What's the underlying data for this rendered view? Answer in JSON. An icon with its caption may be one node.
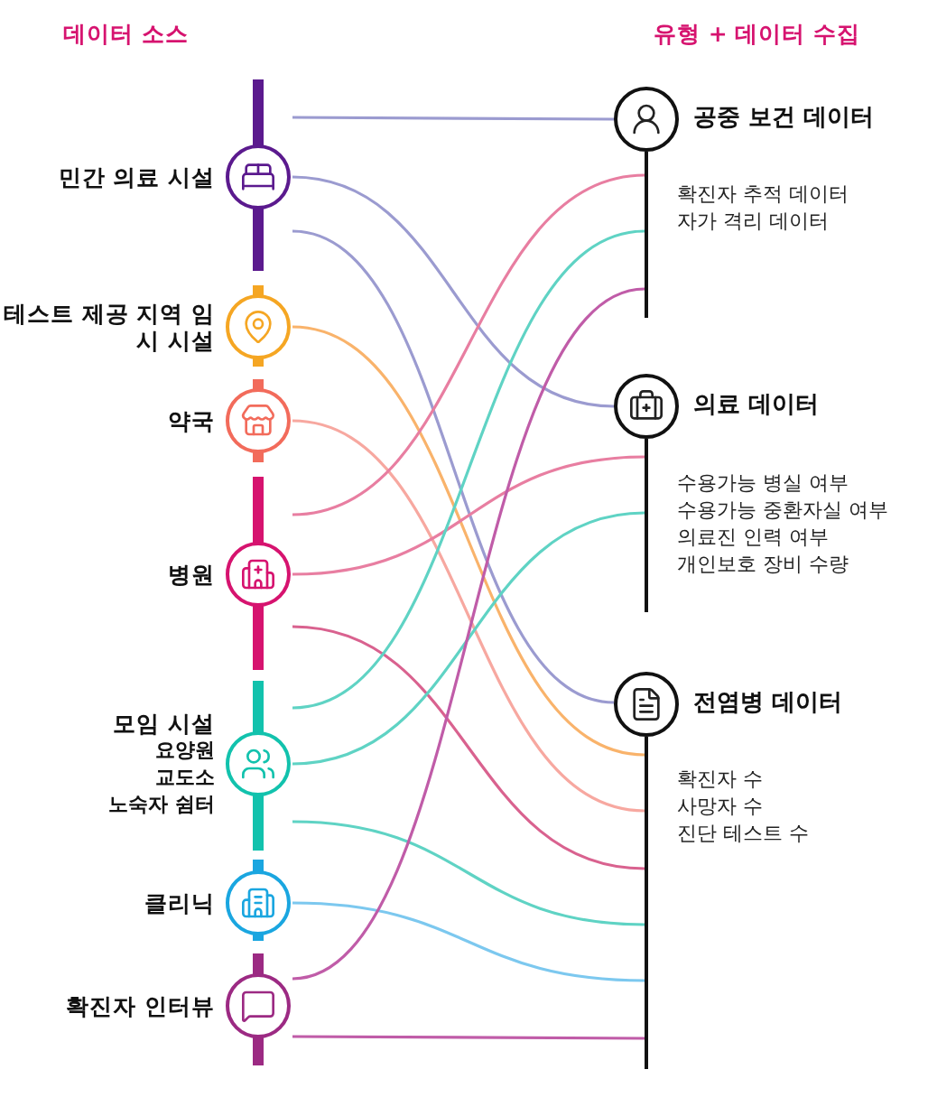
{
  "diagram": {
    "nodes": [
      {
        "text": [
          "민간 의료 시설"
        ]
      },
      {
        "text": [
          "테스트 제공 지역 임시 시설"
        ]
      },
      {
        "text": [
          "약국"
        ]
      },
      {
        "text": [
          "병원"
        ]
      },
      {
        "text": [
          "모임 시설",
          "요양원",
          "교도소",
          "노숙자 쉼터"
        ]
      },
      {
        "text": [
          "클리닉"
        ]
      },
      {
        "text": [
          "확진자 인터뷰"
        ]
      },
      {
        "text": [
          "공중 보건 데이터",
          "확진자 추적 데이터",
          "자가 격리 데이터"
        ]
      },
      {
        "text": [
          "의료 데이터",
          "수용가능 병실 여부",
          "수용가능 중환자실 여부",
          "의료진 인력 여부",
          "개인보호 장비 수량"
        ]
      },
      {
        "text": [
          "전염병 데이터",
          "확진자 수",
          "사망자 수",
          "진단 테스트 수"
        ]
      }
    ],
    "edges": [
      {
        "from": 0,
        "to": 7,
        "arrow": "none",
        "color": "#9b9bd0"
      },
      {
        "from": 0,
        "to": 8,
        "arrow": "none",
        "color": "#9b9bd0"
      },
      {
        "from": 0,
        "to": 9,
        "arrow": "none",
        "color": "#9b9bd0"
      },
      {
        "from": 1,
        "to": 9,
        "arrow": "none",
        "color": "#f9b36b"
      },
      {
        "from": 2,
        "to": 9,
        "arrow": "none",
        "color": "#f7a8a0"
      },
      {
        "from": 3,
        "to": 7,
        "arrow": "none",
        "color": "#e87ea1"
      },
      {
        "from": 3,
        "to": 8,
        "arrow": "none",
        "color": "#e87ea1"
      },
      {
        "from": 3,
        "to": 9,
        "arrow": "none",
        "color": "#d9628f"
      },
      {
        "from": 4,
        "to": 7,
        "arrow": "none",
        "color": "#5fd3c4"
      },
      {
        "from": 4,
        "to": 8,
        "arrow": "none",
        "color": "#5fd3c4"
      },
      {
        "from": 4,
        "to": 9,
        "arrow": "none",
        "color": "#5fd3c4"
      },
      {
        "from": 5,
        "to": 9,
        "arrow": "none",
        "color": "#7cc8ef"
      },
      {
        "from": 6,
        "to": 7,
        "arrow": "none",
        "color": "#c05ca8"
      },
      {
        "from": 6,
        "to": 9,
        "arrow": "none",
        "color": "#c05ca8"
      }
    ],
    "labels": [
      "데이터 소스",
      "유형 + 데이터 수집"
    ]
  }
}
